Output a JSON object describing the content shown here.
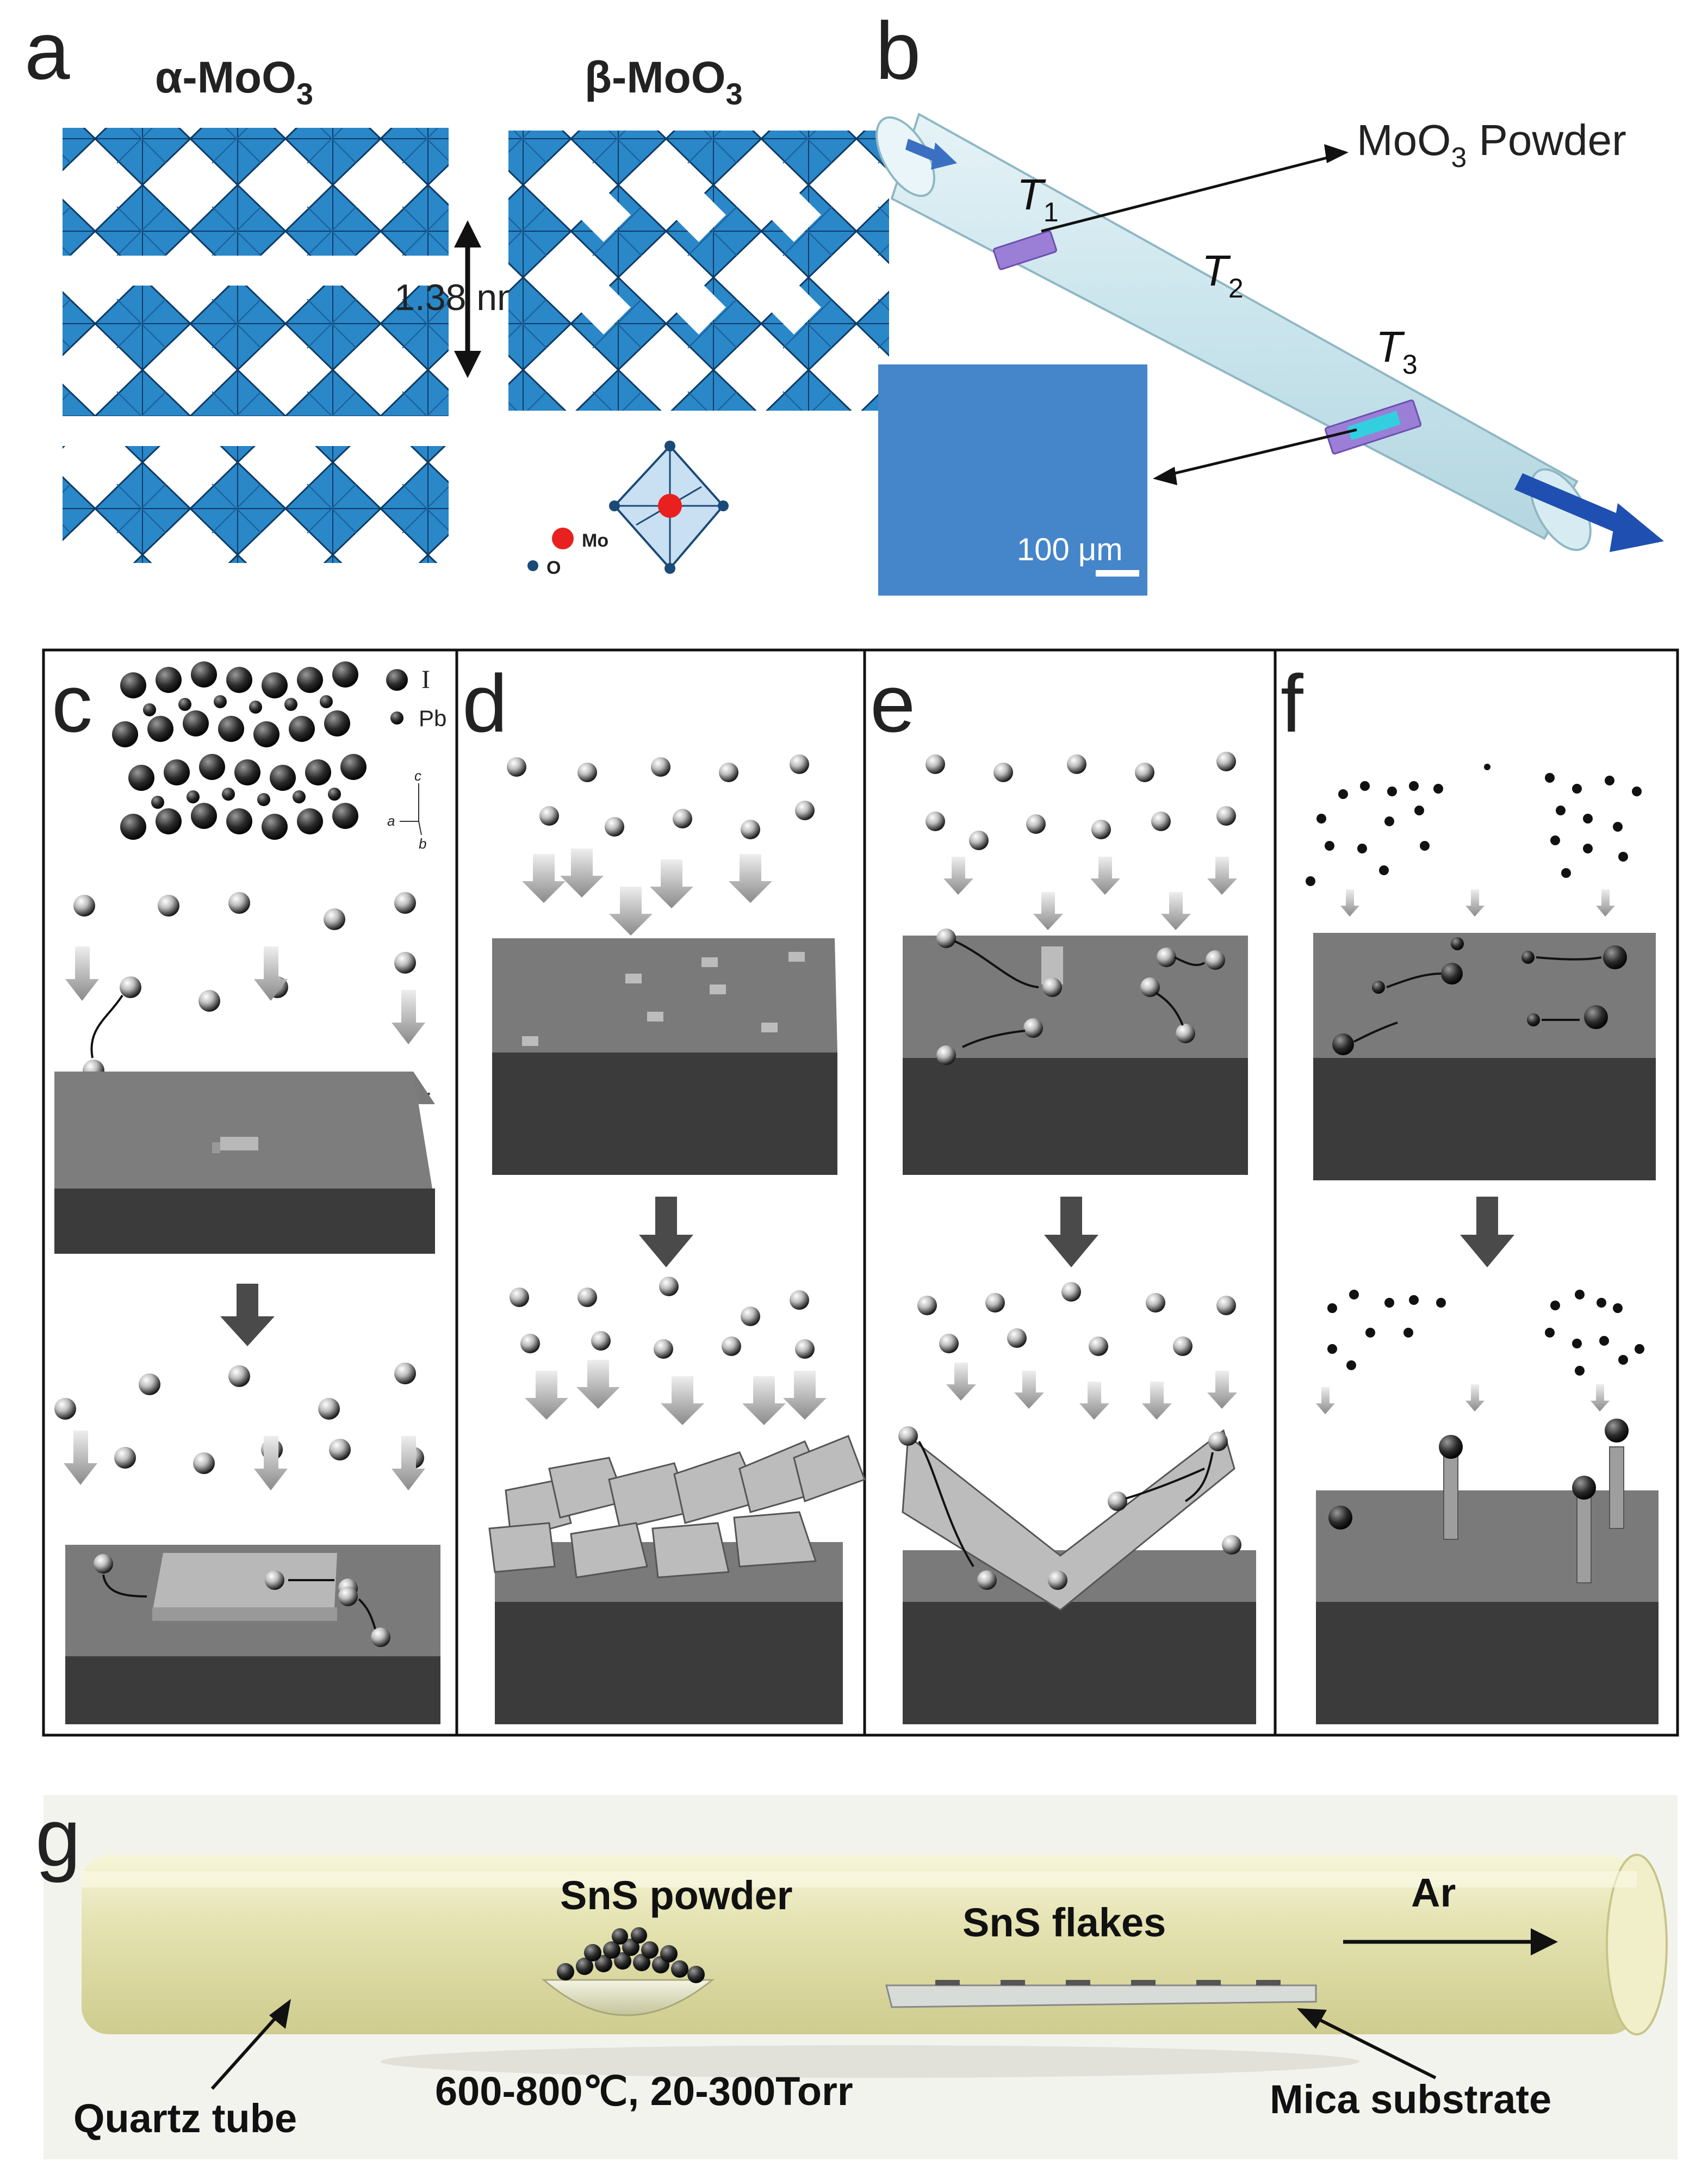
{
  "panel_labels": {
    "a": "a",
    "b": "b",
    "c": "c",
    "d": "d",
    "e": "e",
    "f": "f",
    "g": "g"
  },
  "panel_a": {
    "alpha_title": "α-MoO",
    "alpha_sub": "3",
    "beta_title": "β-MoO",
    "beta_sub": "3",
    "spacing": "1.38 nm",
    "legend_mo": "Mo",
    "legend_o": "O"
  },
  "panel_b": {
    "powder_label": "MoO",
    "powder_sub": "3",
    "powder_suffix": " Powder",
    "t1": "T",
    "t1_sub": "1",
    "t2": "T",
    "t2_sub": "2",
    "t3": "T",
    "t3_sub": "3",
    "scale_bar": "100 μm"
  },
  "panel_c": {
    "legend_i": "I",
    "legend_pb": "Pb",
    "axis_c": "c",
    "axis_a": "a",
    "axis_b": "b"
  },
  "panel_g": {
    "powder": "SnS powder",
    "flakes": "SnS flakes",
    "gas": "Ar",
    "tube": "Quartz tube",
    "conditions": "600-800℃, 20-300Torr",
    "substrate": "Mica substrate"
  },
  "colors": {
    "octahedra": "#2a87c8",
    "tube": "#cfe7ef",
    "flow_arrow": "#1f4fb0",
    "substrate_top": "#7a7a7a",
    "substrate_side": "#3a3a3a",
    "quartz": "#e8e6b8"
  }
}
